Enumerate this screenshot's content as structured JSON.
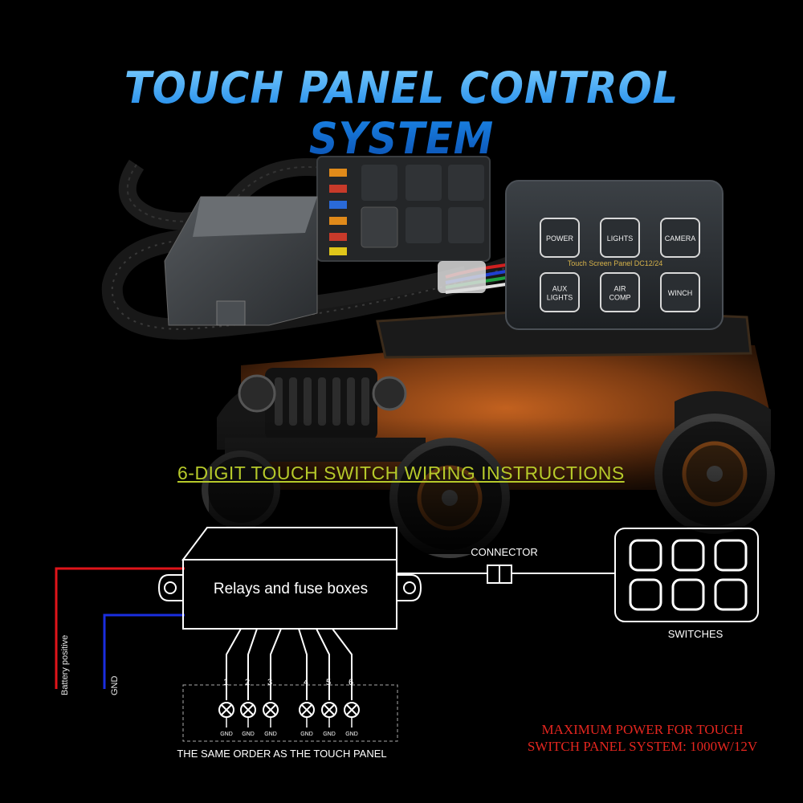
{
  "title": "TOUCH PANEL CONTROL SYSTEM",
  "subtitle": "6-DIGIT TOUCH SWITCH WIRING INSTRUCTIONS",
  "panel": {
    "caption": "Touch Screen Panel DC12/24",
    "buttons": [
      {
        "line1": "POWER",
        "line2": ""
      },
      {
        "line1": "LIGHTS",
        "line2": ""
      },
      {
        "line1": "CAMERA",
        "line2": ""
      },
      {
        "line1": "AUX",
        "line2": "LIGHTS"
      },
      {
        "line1": "AIR",
        "line2": "COMP"
      },
      {
        "line1": "WINCH",
        "line2": ""
      }
    ]
  },
  "diagram": {
    "relay_box_label": "Relays and fuse boxes",
    "connector_label": "CONNECTOR",
    "switches_label": "SWITCHES",
    "battery_label": "Battery positive",
    "gnd_label": "GND",
    "outputs": [
      {
        "number": "1",
        "gnd": "GND"
      },
      {
        "number": "2",
        "gnd": "GND"
      },
      {
        "number": "3",
        "gnd": "GND"
      },
      {
        "number": "4",
        "gnd": "GND"
      },
      {
        "number": "5",
        "gnd": "GND"
      },
      {
        "number": "6",
        "gnd": "GND"
      }
    ],
    "order_note": "THE SAME ORDER AS THE TOUCH PANEL"
  },
  "max_power": {
    "line1": "MAXIMUM POWER FOR TOUCH",
    "line2": "SWITCH PANEL SYSTEM: 1000W/12V"
  },
  "colors": {
    "battery_wire": "#e0141a",
    "gnd_wire": "#1a2ee0",
    "title_blue": "#2f8ff0",
    "subtitle_green": "#b6c92a",
    "note_red": "#e4261f",
    "vehicle_orange": "#b8561c"
  }
}
